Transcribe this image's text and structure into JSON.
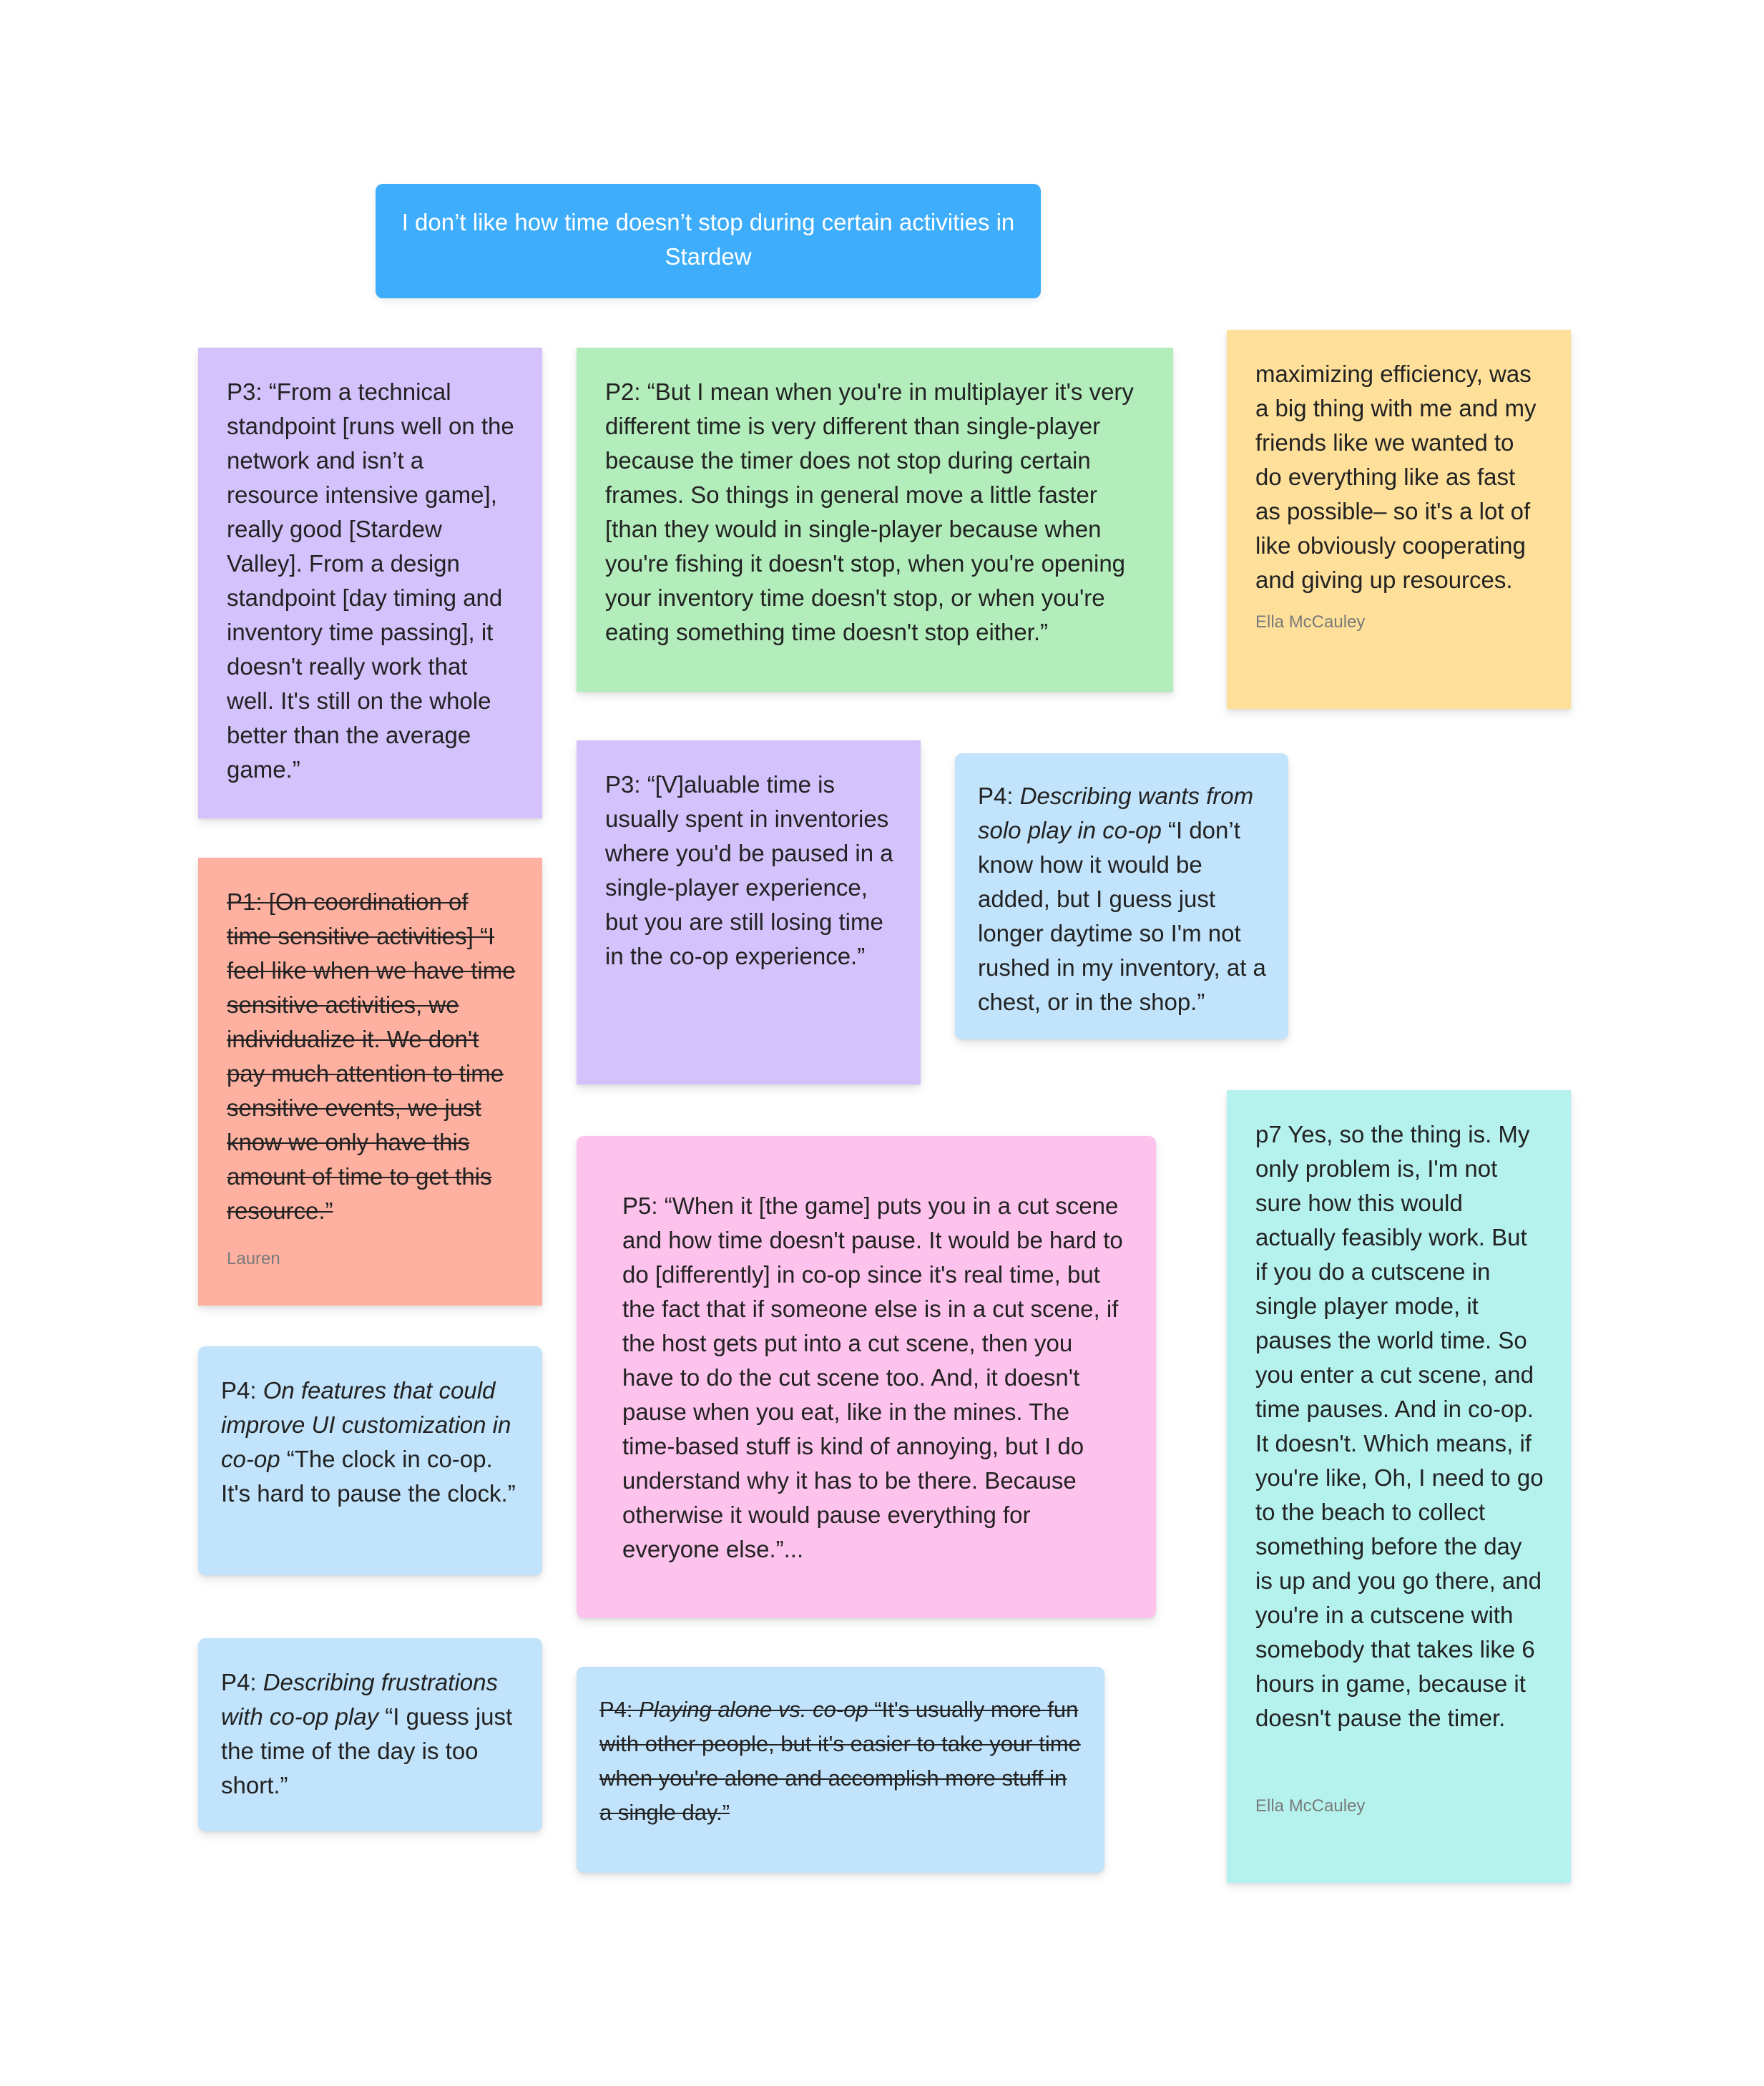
{
  "header": {
    "text": "I don’t like how time doesn’t stop during certain activities in Stardew"
  },
  "notes": {
    "p3_technical": {
      "text": "P3: “From a technical standpoint [runs well on the network and isn’t a resource intensive game], really good [Stardew Valley]. From a design standpoint [day timing and inventory time passing], it doesn't really work that well. It's still on the whole better than the average game.”"
    },
    "p2": {
      "text": "P2: “But I mean when you're in multiplayer it's very different time is very different than single-player because the timer does not stop during certain frames. So things in general move a little faster [than they would in single-player because when you're fishing it doesn't stop, when you're opening your inventory time doesn't stop, or when you're eating something time doesn't stop either.”"
    },
    "ella_efficiency": {
      "text": "maximizing efficiency, was a big thing with me and my friends like we wanted to do everything like as fast as possible– so it's a lot of like obviously cooperating and giving up resources.",
      "author": "Ella McCauley"
    },
    "p3_valuable": {
      "text": "P3: “[V]aluable time is usually spent in inventories where you'd be paused in a single-player experience, but you are still losing time in the co-op experience.”"
    },
    "p4_solo": {
      "prefix": "P4: ",
      "context": "Describing wants from solo play in co-op",
      "quote": " “I don’t know how it would be added, but I guess just longer daytime so I'm not rushed in my inventory, at a chest, or in the shop.”"
    },
    "p1": {
      "text": "P1: [On coordination of time sensitive activities] “I feel like when we have time sensitive activities, we individualize it. We don't pay much attention to time sensitive events, we just know we only have this amount of time to get this resource.”",
      "author": "Lauren"
    },
    "p7": {
      "text": "p7 Yes, so the thing is. My only problem is, I'm not sure how this would actually feasibly work. But if you do a cutscene in single player mode, it pauses the world time. So you enter a cut scene, and time pauses. And in co-op. It doesn't. Which means, if you're like, Oh, I need to go to the beach to collect something before the day is up and you go there, and you're in a cutscene with somebody that takes like 6 hours in game, because it doesn't pause the timer.",
      "author": "Ella McCauley"
    },
    "p5": {
      "text": "P5: “When it [the game] puts you in a cut scene and how time doesn't pause. It would be hard to do [differently] in co-op since it's real time, but the fact that if someone else is in a cut scene, if the host gets put into a cut scene, then you have to do the cut scene too. And, it doesn't pause when you eat, like in the mines. The time-based stuff is kind of annoying, but I do understand why it has to be there. Because otherwise it would pause everything for everyone else.”..."
    },
    "p4_ui": {
      "prefix": "P4: ",
      "context": "On features that could improve UI customization in co-op",
      "quote": " “The clock in co-op. It's hard to pause the clock.”"
    },
    "p4_frustrations": {
      "prefix": "P4: ",
      "context": "Describing frustrations with co-op play",
      "quote": " “I guess just the time of the day is too short.”"
    },
    "p4_alone": {
      "prefix": "P4: ",
      "context": "Playing alone vs. co-op",
      "quote": " “It's usually more fun with other people, but it's easier to take your time when you're alone and accomplish more stuff in a single day.”"
    }
  },
  "colors": {
    "header_blue": "#3dadfc",
    "purple": "#d3c2fb",
    "green": "#b3edbb",
    "yellow": "#fee09a",
    "light_blue": "#c1e3fb",
    "salmon": "#feb1a1",
    "teal": "#b5f2ee",
    "pink": "#fec3ed"
  }
}
